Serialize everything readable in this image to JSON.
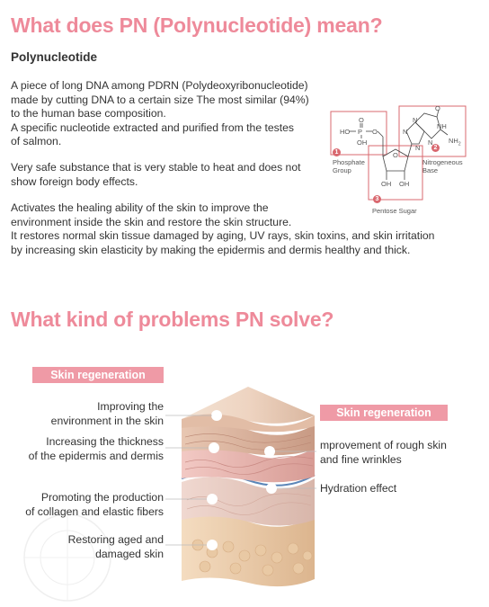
{
  "section1": {
    "title": "What does PN (Polynucleotide) mean?",
    "subtitle": "Polynucleotide",
    "p1": [
      "A piece of long DNA among PDRN (Polydeoxyribonucleotide)",
      "made by cutting DNA to a certain size The most similar (94%)",
      "to the human base composition.",
      "A specific nucleotide extracted and purified from the testes",
      "of salmon."
    ],
    "p2": [
      "Very safe substance that is very stable to heat and does not",
      "show foreign body effects."
    ],
    "p3": [
      "Activates the healing ability of the skin to improve the",
      "environment inside the skin and restore the skin structure.",
      "It restores normal skin tissue damaged by aging, UV rays, skin toxins, and skin irritation",
      "by increasing skin elasticity by making the epidermis and dermis healthy and thick."
    ]
  },
  "diagram": {
    "phosphate_label": [
      "Phosphate",
      "Group"
    ],
    "base_label": [
      "Nitrogeneous",
      "Base"
    ],
    "sugar_label": "Pentose Sugar",
    "num1": "1",
    "num2": "2",
    "num3": "3",
    "atoms": {
      "ho": "HO",
      "p": "P",
      "o_top": "O",
      "o_left": "O",
      "oh_p": "OH",
      "o_ring": "O",
      "oh1": "OH",
      "oh2": "OH",
      "n1": "N",
      "n2": "N",
      "n3": "N",
      "n4": "N",
      "nh": "NH",
      "nh2": "NH",
      "o_base": "O"
    },
    "sub2": "2"
  },
  "section2": {
    "title": "What kind of problems PN solve?",
    "left_badge": "Skin regeneration",
    "right_badge": "Skin regeneration",
    "left_items": [
      [
        "Improving the",
        "environment in the skin"
      ],
      [
        "Increasing the thickness",
        "of the epidermis and dermis"
      ],
      [
        "Promoting the production",
        "of collagen and elastic fibers"
      ],
      [
        "Restoring aged and",
        "damaged skin"
      ]
    ],
    "right_items": [
      [
        "mprovement of rough skin",
        "and fine wrinkles"
      ],
      [
        "Hydration effect"
      ]
    ]
  },
  "colors": {
    "accent": "#ee8a9a",
    "badge": "#ef9aa6",
    "diagram_line": "#d9686f"
  }
}
